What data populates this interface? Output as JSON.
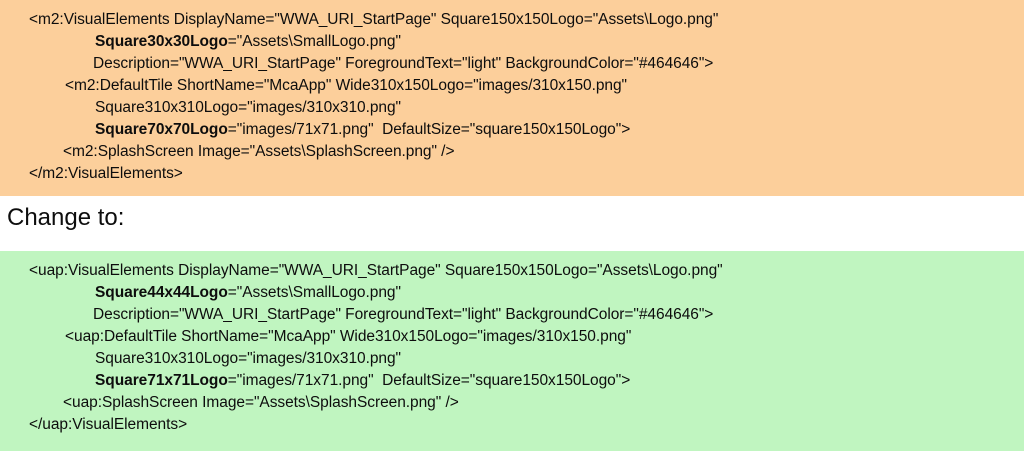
{
  "colors": {
    "before_block_bg": "#fccf9b",
    "after_block_bg": "#c0f5c0",
    "page_bg": "#ffffff",
    "text": "#0d0d0d"
  },
  "change_label": "Change to:",
  "before_block": {
    "lines": [
      {
        "indent": "ind0",
        "spans": [
          {
            "text": "<m2:VisualElements DisplayName=\"WWA_URI_StartPage\" Square150x150Logo=\"Assets\\Logo.png\"",
            "bold": false
          }
        ]
      },
      {
        "indent": "ind1",
        "spans": [
          {
            "text": "Square30x30Logo",
            "bold": true
          },
          {
            "text": "=\"Assets\\SmallLogo.png\"",
            "bold": false
          }
        ]
      },
      {
        "indent": "ind2",
        "spans": [
          {
            "text": "Description=\"WWA_URI_StartPage\" ForegroundText=\"light\" BackgroundColor=\"#464646\">",
            "bold": false
          }
        ]
      },
      {
        "indent": "ind3",
        "spans": [
          {
            "text": "<m2:DefaultTile ShortName=\"McaApp\" Wide310x150Logo=\"images/310x150.png\"",
            "bold": false
          }
        ]
      },
      {
        "indent": "ind4",
        "spans": [
          {
            "text": "Square310x310Logo=\"images/310x310.png\"",
            "bold": false
          }
        ]
      },
      {
        "indent": "ind1",
        "spans": [
          {
            "text": "Square70x70Logo",
            "bold": true
          },
          {
            "text": "=\"images/71x71.png\"  DefaultSize=\"square150x150Logo\">",
            "bold": false
          }
        ]
      },
      {
        "indent": "ind5",
        "spans": [
          {
            "text": "<m2:SplashScreen Image=\"Assets\\SplashScreen.png\" />",
            "bold": false
          }
        ]
      },
      {
        "indent": "ind0",
        "spans": [
          {
            "text": "</m2:VisualElements>",
            "bold": false
          }
        ]
      }
    ]
  },
  "after_block": {
    "lines": [
      {
        "indent": "ind0",
        "spans": [
          {
            "text": "<uap:VisualElements DisplayName=\"WWA_URI_StartPage\" Square150x150Logo=\"Assets\\Logo.png\"",
            "bold": false
          }
        ]
      },
      {
        "indent": "ind1",
        "spans": [
          {
            "text": "Square44x44Logo",
            "bold": true
          },
          {
            "text": "=\"Assets\\SmallLogo.png\"",
            "bold": false
          }
        ]
      },
      {
        "indent": "ind2",
        "spans": [
          {
            "text": "Description=\"WWA_URI_StartPage\" ForegroundText=\"light\" BackgroundColor=\"#464646\">",
            "bold": false
          }
        ]
      },
      {
        "indent": "ind3",
        "spans": [
          {
            "text": "<uap:DefaultTile ShortName=\"McaApp\" Wide310x150Logo=\"images/310x150.png\"",
            "bold": false
          }
        ]
      },
      {
        "indent": "ind4",
        "spans": [
          {
            "text": "Square310x310Logo=\"images/310x310.png\"",
            "bold": false
          }
        ]
      },
      {
        "indent": "ind1",
        "spans": [
          {
            "text": "Square71x71Logo",
            "bold": true
          },
          {
            "text": "=\"images/71x71.png\"  DefaultSize=\"square150x150Logo\">",
            "bold": false
          }
        ]
      },
      {
        "indent": "ind5",
        "spans": [
          {
            "text": "<uap:SplashScreen Image=\"Assets\\SplashScreen.png\" />",
            "bold": false
          }
        ]
      },
      {
        "indent": "ind0",
        "spans": [
          {
            "text": "</uap:VisualElements>",
            "bold": false
          }
        ]
      }
    ]
  }
}
